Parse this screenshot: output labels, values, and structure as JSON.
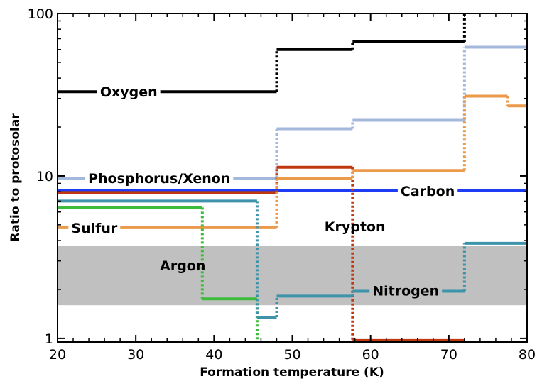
{
  "chart_data": {
    "type": "line",
    "xlabel": "Formation temperature (K)",
    "ylabel": "Ratio to protosolar",
    "xlim": [
      20,
      80
    ],
    "ylim": [
      0.95,
      100
    ],
    "yscale": "log",
    "x_ticks": [
      20,
      30,
      40,
      50,
      60,
      70,
      80
    ],
    "x_tick_labels": [
      "20",
      "30",
      "40",
      "50",
      "60",
      "70",
      "80"
    ],
    "y_ticks": [
      1,
      10,
      100
    ],
    "y_tick_labels": [
      "1",
      "10",
      "100"
    ],
    "grid": false,
    "legend": "none",
    "shaded_band": {
      "y_range": [
        1.6,
        3.7
      ],
      "color": "#c0c0c0"
    },
    "series": [
      {
        "name": "Oxygen",
        "color": "#000000",
        "x": [
          20,
          48,
          48,
          57.7,
          57.7,
          72,
          72
        ],
        "y": [
          33,
          33,
          60,
          60,
          67,
          67,
          100
        ]
      },
      {
        "name": "Phosphorus/Xenon",
        "color": "#a4b8dc",
        "x": [
          20,
          48,
          48,
          57.7,
          57.7,
          72,
          72,
          80
        ],
        "y": [
          9.7,
          9.7,
          19.5,
          19.5,
          22,
          22,
          62,
          62
        ]
      },
      {
        "name": "Carbon",
        "color": "#1f3cf5",
        "x": [
          20,
          80
        ],
        "y": [
          8.1,
          8.1
        ]
      },
      {
        "name": "Krypton",
        "color": "#c0380e",
        "x": [
          20,
          48,
          48,
          57.7,
          57.7,
          72
        ],
        "y": [
          7.9,
          7.9,
          11.3,
          11.3,
          0.97,
          0.97
        ]
      },
      {
        "name": "Sulfur",
        "color": "#ea9a4a",
        "x": [
          20,
          48,
          48,
          57.7,
          57.7,
          72,
          72,
          77.5,
          77.5,
          80
        ],
        "y": [
          4.8,
          4.8,
          9.7,
          9.7,
          10.8,
          10.8,
          31,
          31,
          27,
          27
        ]
      },
      {
        "name": "Argon",
        "color": "#3dbb3a",
        "x": [
          20,
          38.5,
          38.5,
          45.5,
          45.5
        ],
        "y": [
          6.4,
          6.4,
          1.75,
          1.75,
          0.95
        ]
      },
      {
        "name": "Nitrogen",
        "color": "#3d94aa",
        "x": [
          20,
          45.5,
          45.5,
          48,
          48,
          57.7,
          57.7,
          72,
          72,
          80
        ],
        "y": [
          7.0,
          7.0,
          1.35,
          1.35,
          1.82,
          1.82,
          1.95,
          1.95,
          3.85,
          3.85
        ]
      }
    ]
  }
}
